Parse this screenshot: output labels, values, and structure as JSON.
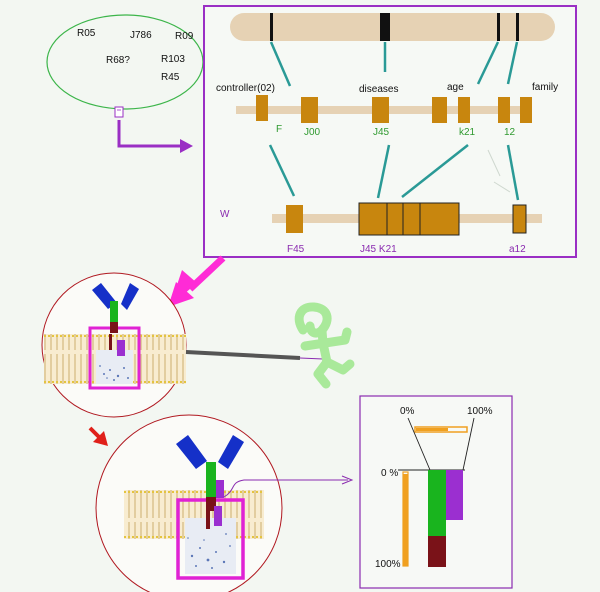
{
  "codes": [
    "R05",
    "J786",
    "R09",
    "R68?",
    "R103",
    "R45"
  ],
  "top_labels": {
    "controller": "controller(02)",
    "diseases": "diseases",
    "age": "age",
    "family": "family"
  },
  "middle_labels": {
    "f": "F",
    "j00": "J00",
    "j45": "J45",
    "k21": "k21",
    "n12": "12"
  },
  "bottom_labels": {
    "w": "W",
    "f45": "F45",
    "j45k21": "J45 K21",
    "a12": "a12"
  },
  "inset": {
    "pct_0_top": "0%",
    "pct_100_top": "100%",
    "pct_0_side": "0  %",
    "pct_100_side": "100%"
  },
  "colors": {
    "chromosome": "#e6d2b4",
    "gene_block": "#c8860e",
    "teal_link": "#2a9a96",
    "purple_frame": "#9a2fc4",
    "magenta_arrow": "#ff2bd6",
    "red_arrow": "#e0201a",
    "green_oval": "#3cb54a",
    "receptor_blue": "#1530c8",
    "receptor_green": "#19b41e",
    "receptor_maroon": "#7a1218",
    "receptor_purple": "#9b2fd0",
    "membrane": "#f0dcb2",
    "figure_green": "#a9e99a",
    "orange_bar": "#f0a020"
  }
}
